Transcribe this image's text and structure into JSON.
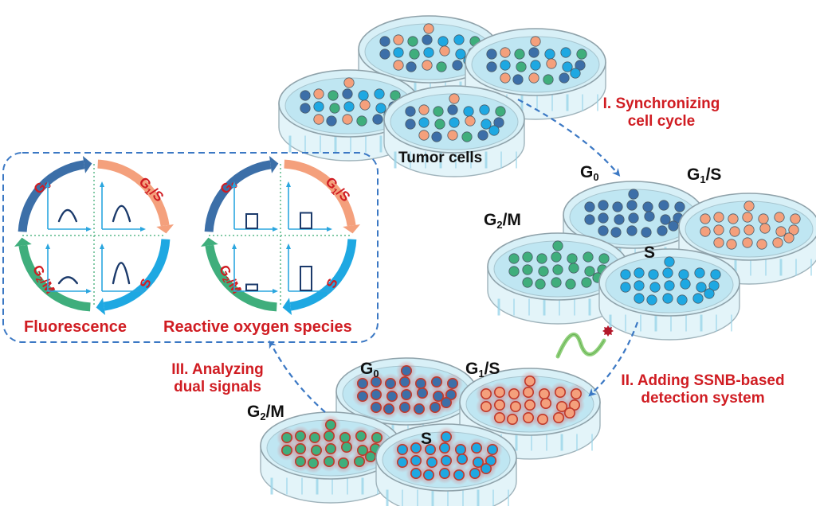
{
  "title": "Cell cycle detection workflow with SSNB-based detection system",
  "colors": {
    "G0": "#3c6fa8",
    "G1S": "#f4a07c",
    "S": "#1ea8e2",
    "G2M": "#3fae7c",
    "label_red": "#d01c22",
    "arrow_blue": "#3b78c4",
    "axis_blue": "#2aa6df",
    "plot_dark": "#1b3a6b",
    "dish_liquid": "#bfe6f2",
    "glow_red": "#e04040"
  },
  "tumor_cells": {
    "label": "Tumor cells",
    "dish_count": 4
  },
  "steps": [
    {
      "id": "I",
      "line1": "I. Synchronizing",
      "line2": "cell cycle"
    },
    {
      "id": "II",
      "line1": "II. Adding SSNB-based",
      "line2": "detection system"
    },
    {
      "id": "III",
      "line1": "III. Analyzing",
      "line2": "dual signals"
    }
  ],
  "phases": {
    "G0": {
      "base": "G",
      "sub": "0",
      "suffix": ""
    },
    "G1S": {
      "base": "G",
      "sub": "1",
      "suffix": "/S"
    },
    "S": {
      "base": "S",
      "sub": "",
      "suffix": ""
    },
    "G2M": {
      "base": "G",
      "sub": "2",
      "suffix": "/M"
    }
  },
  "panels": [
    {
      "name": "fluorescence",
      "caption": "Fluorescence",
      "kind": "peak",
      "relative_signal": {
        "G0": 0.55,
        "G1S": 0.75,
        "G2M": 0.3,
        "S": 1.0
      }
    },
    {
      "name": "ros",
      "caption": "Reactive oxygen species",
      "kind": "bar",
      "relative_signal": {
        "G0": 0.6,
        "G1S": 0.65,
        "G2M": 0.25,
        "S": 1.0
      }
    }
  ],
  "reagents": {
    "probe": "SSNB probe strand",
    "nanoparticle": "nanoparticle"
  }
}
